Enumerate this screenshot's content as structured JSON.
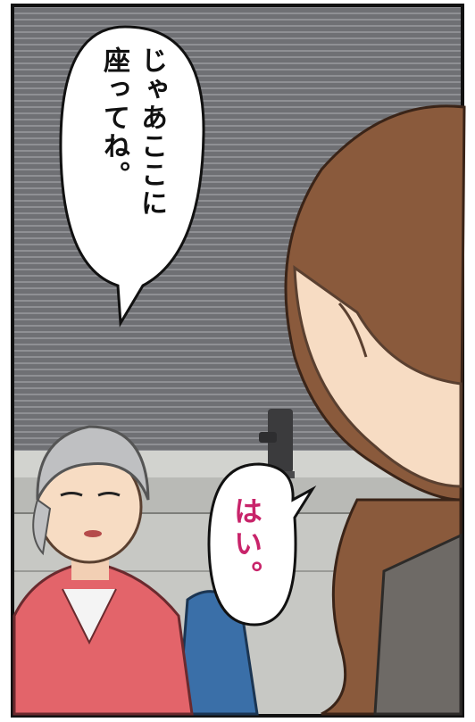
{
  "panel": {
    "speech_left": {
      "column_1": "じゃあここに",
      "column_2": "座ってね。",
      "color": "#111111"
    },
    "speech_right": {
      "text": "はい。",
      "color": "#c8246a"
    }
  },
  "colors": {
    "blinds": "#6f7074",
    "blinds_line": "#8a8b8f",
    "wall": "#c7c8c4",
    "counter": "#b9bab6",
    "elder_hair": "#bfc0c2",
    "elder_shirt": "#e3646a",
    "young_hair": "#8a5a3c",
    "chair": "#3a6fa8",
    "skin": "#f7dcc3"
  },
  "characters": [
    "elderly-woman",
    "young-woman"
  ]
}
